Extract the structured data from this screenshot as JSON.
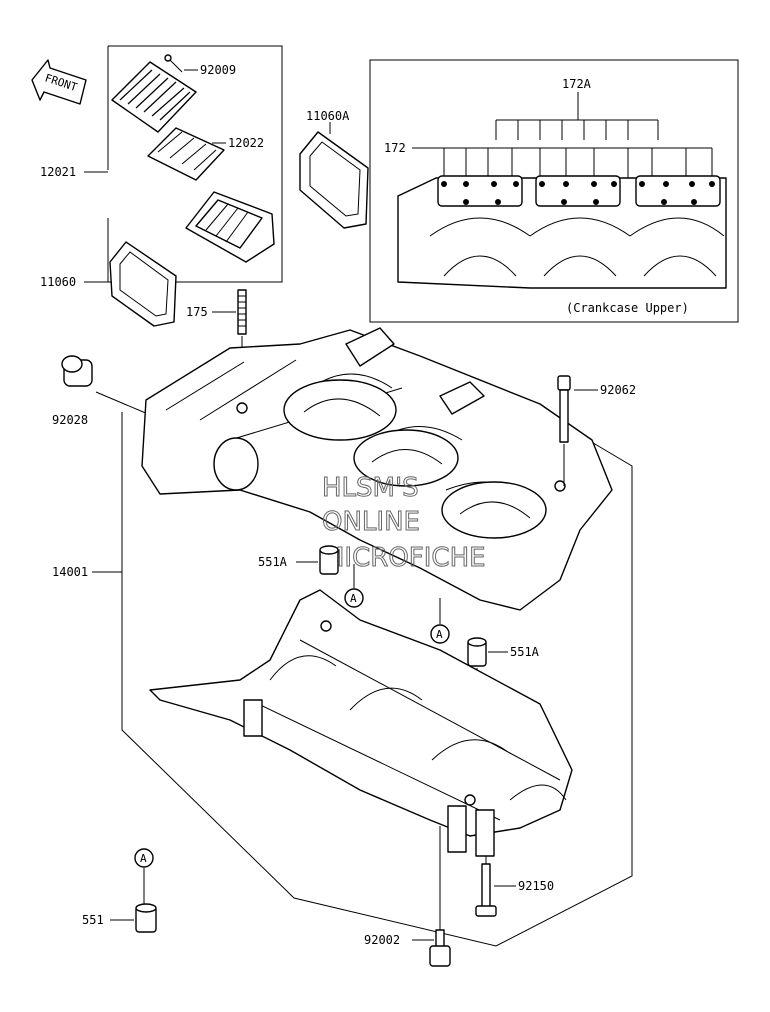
{
  "labels": {
    "p92009": "92009",
    "p12022": "12022",
    "p12021": "12021",
    "p11060A": "11060A",
    "p172A": "172A",
    "p172": "172",
    "p11060": "11060",
    "p175": "175",
    "p92028": "92028",
    "p92062": "92062",
    "p14001": "14001",
    "p551A_left": "551A",
    "p551A_right": "551A",
    "p551": "551",
    "p92150": "92150",
    "p92002": "92002",
    "callout_a": "A",
    "front": "FRONT"
  },
  "inset_caption": "(Crankcase Upper)",
  "watermark": [
    "HLSM'S",
    "ONLINE",
    "MICROFICHE"
  ]
}
